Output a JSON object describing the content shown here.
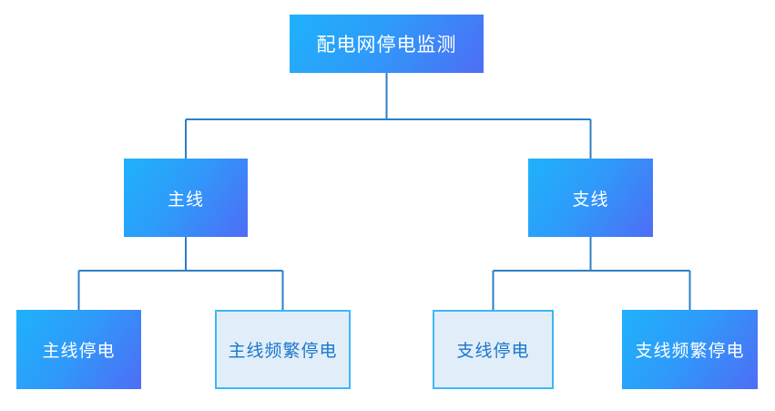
{
  "diagram": {
    "type": "tree",
    "title": "配电网停电监测",
    "orientation": "top-down",
    "colors": {
      "filled_gradient_start": "#1FB2FB",
      "filled_gradient_mid": "#2E9BFA",
      "filled_gradient_end": "#4E6DF5",
      "filled_text": "#FFFFFF",
      "light_fill": "#E1EEFA",
      "light_border": "#3FB6F6",
      "light_text": "#1C76C8",
      "connector_line": "#2E7FC4",
      "background": "#FFFFFF"
    },
    "nodes": {
      "root": {
        "label": "配电网停电监测",
        "style": "filled"
      },
      "level2": [
        {
          "label": "主线",
          "style": "filled"
        },
        {
          "label": "支线",
          "style": "filled"
        }
      ],
      "level3": [
        {
          "label": "主线停电",
          "style": "filled"
        },
        {
          "label": "主线频繁停电",
          "style": "light"
        },
        {
          "label": "支线停电",
          "style": "light"
        },
        {
          "label": "支线频繁停电",
          "style": "filled"
        }
      ]
    }
  }
}
